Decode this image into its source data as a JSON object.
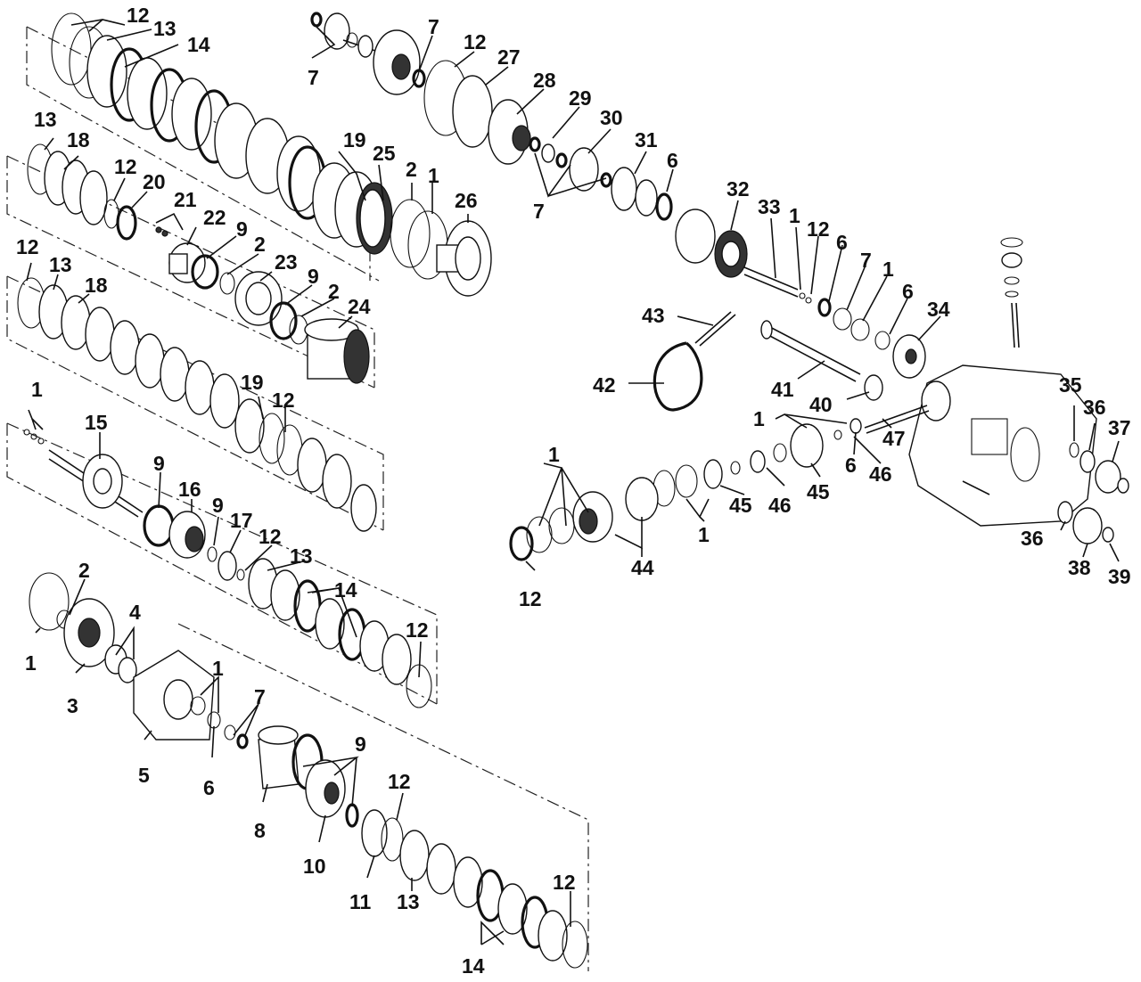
{
  "labels": {
    "l1a": "1",
    "l1b": "1",
    "l1c": "1",
    "l1d": "1",
    "l1e": "1",
    "l1f": "1",
    "l1g": "1",
    "l1h": "1",
    "l1i": "1",
    "l2a": "2",
    "l2b": "2",
    "l2c": "2",
    "l2d": "2",
    "l3": "3",
    "l4": "4",
    "l5": "5",
    "l6a": "6",
    "l6b": "6",
    "l6c": "6",
    "l6d": "6",
    "l6e": "6",
    "l7a": "7",
    "l7b": "7",
    "l7c": "7",
    "l7d": "7",
    "l7e": "7",
    "l8": "8",
    "l9a": "9",
    "l9b": "9",
    "l9c": "9",
    "l9d": "9",
    "l9e": "9",
    "l10": "10",
    "l11": "11",
    "l12a": "12",
    "l12b": "12",
    "l12c": "12",
    "l12d": "12",
    "l12e": "12",
    "l12f": "12",
    "l12g": "12",
    "l12h": "12",
    "l12i": "12",
    "l12j": "12",
    "l12k": "12",
    "l13a": "13",
    "l13b": "13",
    "l13c": "13",
    "l13d": "13",
    "l13e": "13",
    "l14a": "14",
    "l14b": "14",
    "l14c": "14",
    "l15": "15",
    "l16": "16",
    "l17": "17",
    "l18a": "18",
    "l18b": "18",
    "l19a": "19",
    "l19b": "19",
    "l20": "20",
    "l21": "21",
    "l22": "22",
    "l23": "23",
    "l24": "24",
    "l25": "25",
    "l26": "26",
    "l27": "27",
    "l28": "28",
    "l29": "29",
    "l30": "30",
    "l31": "31",
    "l32": "32",
    "l33": "33",
    "l34": "34",
    "l35": "35",
    "l36a": "36",
    "l36b": "36",
    "l37": "37",
    "l38": "38",
    "l39": "39",
    "l40": "40",
    "l41": "41",
    "l42": "42",
    "l43": "43",
    "l44": "44",
    "l45a": "45",
    "l45b": "45",
    "l46a": "46",
    "l46b": "46",
    "l47": "47"
  }
}
